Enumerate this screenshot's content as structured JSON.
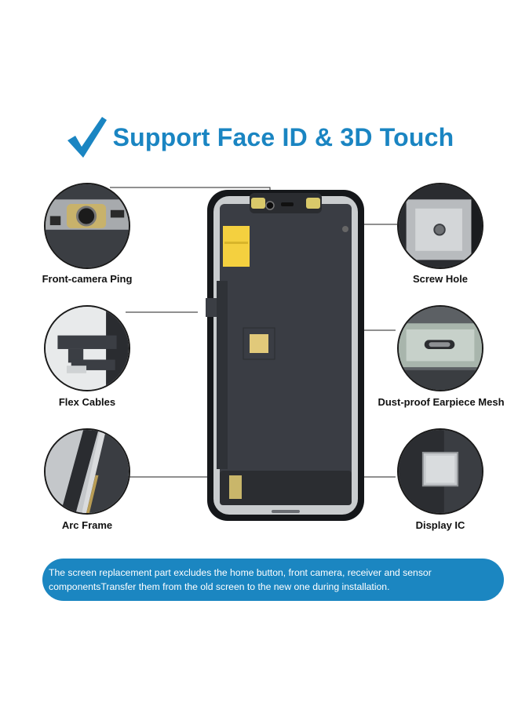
{
  "headline": "Support Face ID & 3D Touch",
  "colors": {
    "accent": "#1a85c2",
    "banner": "#1b86c1",
    "panel": "#3a3d44",
    "frame": "#15171a",
    "caption": "#111111"
  },
  "icons": {
    "check": "checkmark-icon"
  },
  "features": {
    "front_camera": "Front-camera Ping",
    "screw_hole": "Screw Hole",
    "flex_cables": "Flex Cables",
    "earpiece_mesh": "Dust-proof Earpiece Mesh",
    "arc_frame": "Arc Frame",
    "display_ic": "Display IC"
  },
  "notice": {
    "line1": "The screen replacement part excludes the home button, front camera, receiver and sensor",
    "line2": "componentsTransfer them from the old screen to the new one during installation."
  }
}
